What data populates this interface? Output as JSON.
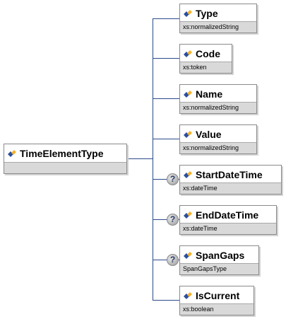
{
  "root": {
    "name": "TimeElementType"
  },
  "elements": [
    {
      "name": "Type",
      "type": "xs:normalizedString",
      "optional": false
    },
    {
      "name": "Code",
      "type": "xs:token",
      "optional": false
    },
    {
      "name": "Name",
      "type": "xs:normalizedString",
      "optional": false
    },
    {
      "name": "Value",
      "type": "xs:normalizedString",
      "optional": false
    },
    {
      "name": "StartDateTime",
      "type": "xs:dateTime",
      "optional": true
    },
    {
      "name": "EndDateTime",
      "type": "xs:dateTime",
      "optional": true
    },
    {
      "name": "SpanGaps",
      "type": "SpanGapsType",
      "optional": true
    },
    {
      "name": "IsCurrent",
      "type": "xs:boolean",
      "optional": false
    }
  ],
  "icons": {
    "element": "element-diamond-icon",
    "optional": "question-icon"
  },
  "colors": {
    "connector": "#2a4a8a",
    "subtype_band": "#d9d9d9",
    "border": "#8a8a8a"
  }
}
